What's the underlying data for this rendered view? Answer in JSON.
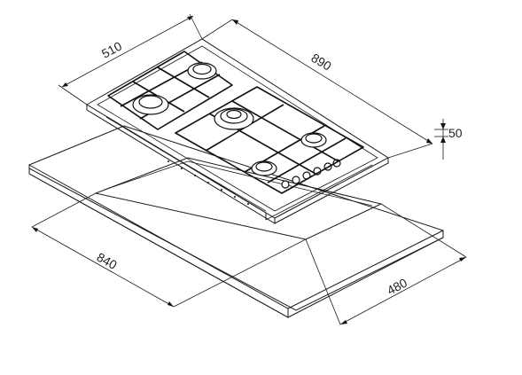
{
  "dimensions": {
    "hob_depth": "510",
    "hob_width": "890",
    "hob_height": "50",
    "cutout_width": "840",
    "cutout_depth": "480"
  },
  "colors": {
    "line": "#1a1a1a",
    "background": "#ffffff"
  }
}
